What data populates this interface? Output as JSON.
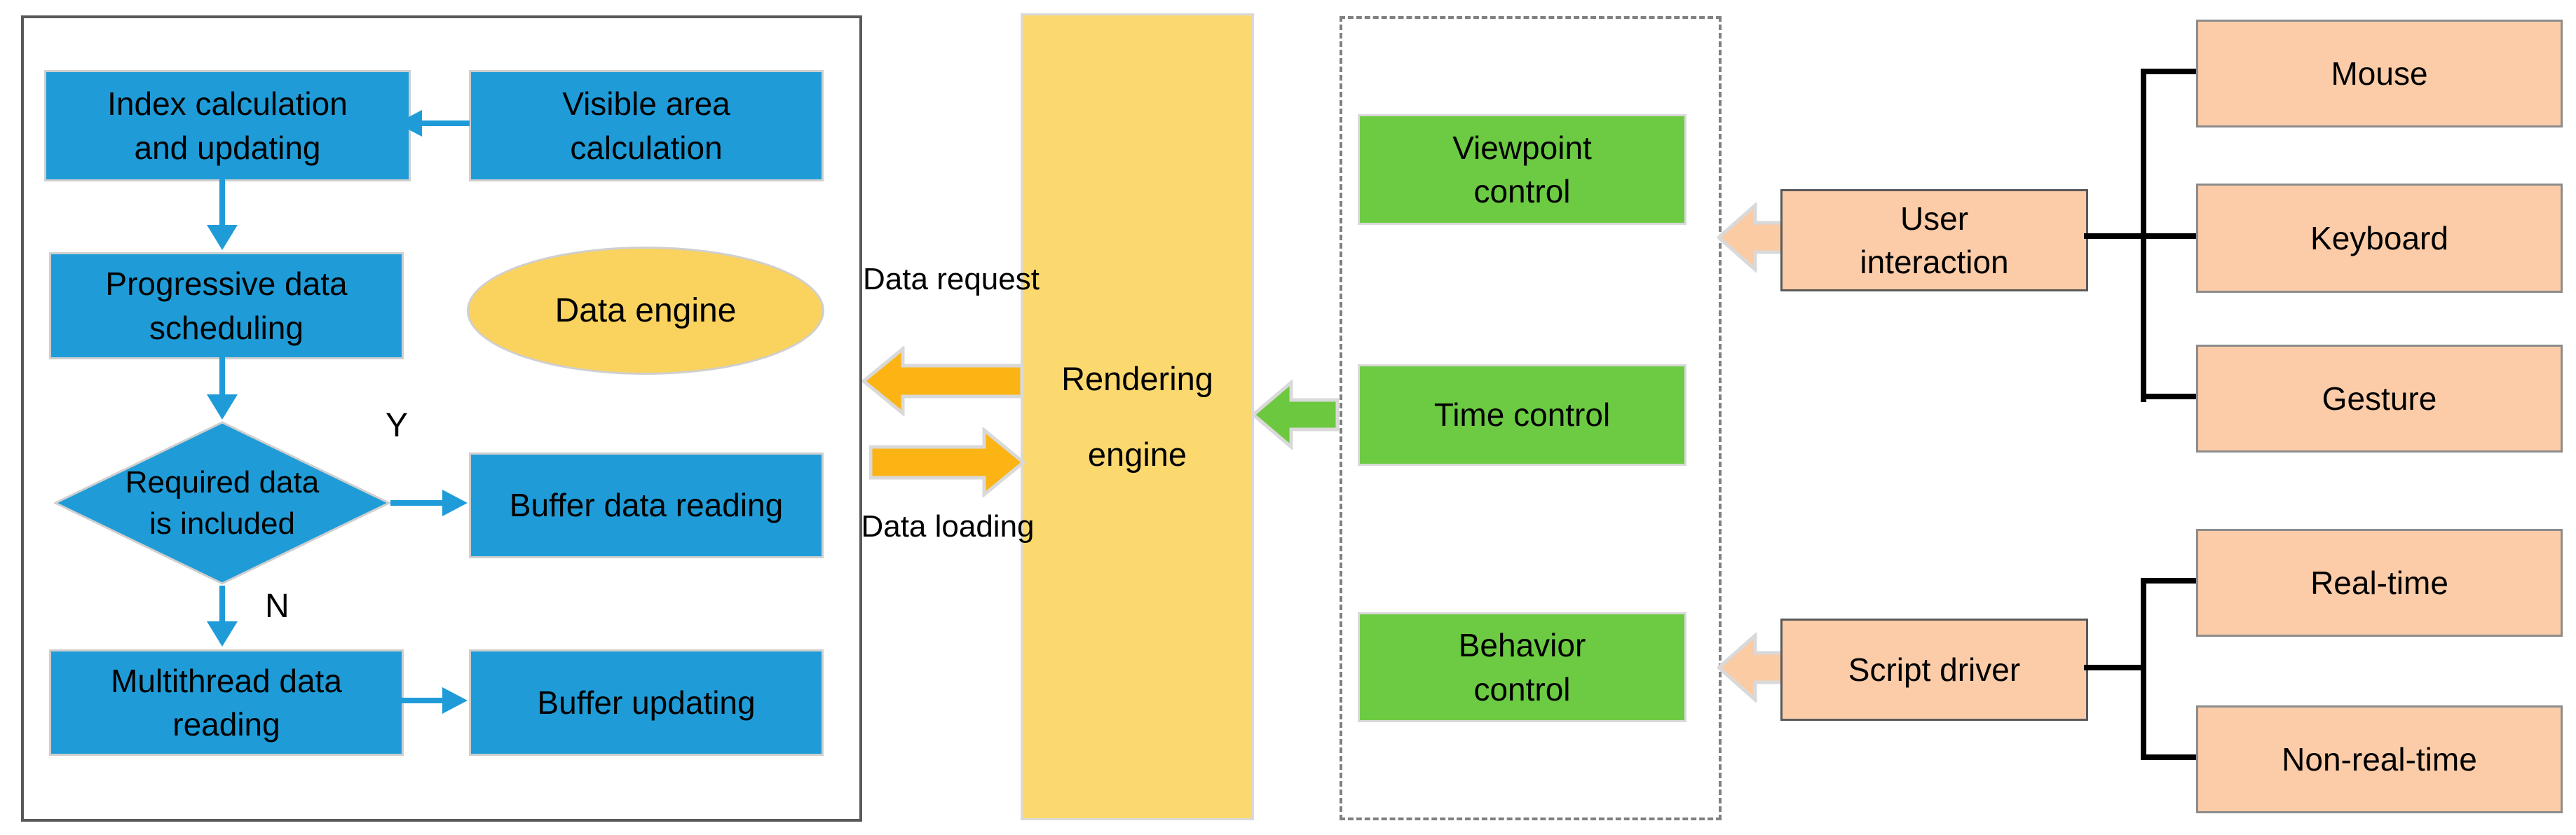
{
  "diagram": {
    "data_engine_panel": {
      "boxes": {
        "index_calculation": "Index calculation and updating",
        "visible_area": "Visible area calculation",
        "progressive_scheduling": "Progressive data scheduling",
        "buffer_data_reading": "Buffer data reading",
        "multithread_reading": "Multithread data reading",
        "buffer_updating": "Buffer updating"
      },
      "decision": "Required data is included",
      "branch_yes": "Y",
      "branch_no": "N",
      "ellipse_label": "Data engine"
    },
    "middle": {
      "rendering_engine": "Rendering engine",
      "data_request_label": "Data request",
      "data_loading_label": "Data loading"
    },
    "controls_panel": {
      "viewpoint_control": "Viewpoint control",
      "time_control": "Time control",
      "behavior_control": "Behavior control"
    },
    "sources": {
      "user_interaction": "User interaction",
      "script_driver": "Script driver",
      "mouse": "Mouse",
      "keyboard": "Keyboard",
      "gesture": "Gesture",
      "real_time": "Real-time",
      "non_real_time": "Non-real-time"
    },
    "colors": {
      "flow_blue": "#1F9CD8",
      "rendering_yellow": "#FBD96F",
      "ellipse_yellow": "#FAD25E",
      "control_green": "#6CCB43",
      "source_peach": "#FCCCA8",
      "orange_arrow": "#FBB414",
      "green_arrow": "#6CC83E",
      "peach_arrow": "#FBCBA4",
      "arrow_outline": "#D9D9D9",
      "diamond_stroke": "#CFCFCF"
    }
  }
}
